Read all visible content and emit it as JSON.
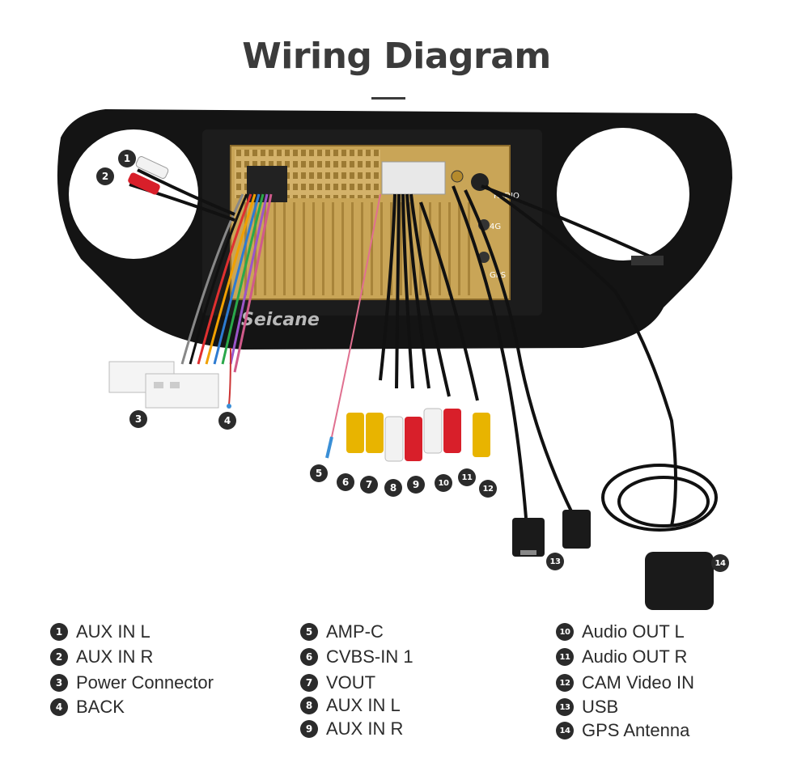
{
  "title": "Wiring Diagram",
  "watermark": "Seicane",
  "unit_labels": {
    "radio": "RADIO",
    "fourg": "4G",
    "gps": "GPS"
  },
  "callouts": [
    "1",
    "2",
    "3",
    "4",
    "5",
    "6",
    "7",
    "8",
    "9",
    "10",
    "11",
    "12",
    "13",
    "14"
  ],
  "legend": {
    "column1": [
      {
        "num": "1",
        "label": "AUX IN L"
      },
      {
        "num": "2",
        "label": "AUX IN R"
      },
      {
        "num": "3",
        "label": "Power Connector"
      },
      {
        "num": "4",
        "label": "BACK"
      }
    ],
    "column2": [
      {
        "num": "5",
        "label": "AMP-C"
      },
      {
        "num": "6",
        "label": "CVBS-IN 1"
      },
      {
        "num": "7",
        "label": "VOUT"
      },
      {
        "num": "8",
        "label": "AUX IN L"
      },
      {
        "num": "9",
        "label": "AUX IN R"
      }
    ],
    "column3": [
      {
        "num": "10",
        "label": "Audio OUT L"
      },
      {
        "num": "11",
        "label": "Audio OUT R"
      },
      {
        "num": "12",
        "label": "CAM Video IN"
      },
      {
        "num": "13",
        "label": "USB"
      },
      {
        "num": "14",
        "label": "GPS Antenna"
      }
    ]
  },
  "colors": {
    "frame": "#111111",
    "unit": "#c9a557",
    "rca_red": "#d81f2a",
    "rca_yellow": "#e8b400",
    "rca_white": "#f2f2f2",
    "text": "#2b2b2b"
  }
}
